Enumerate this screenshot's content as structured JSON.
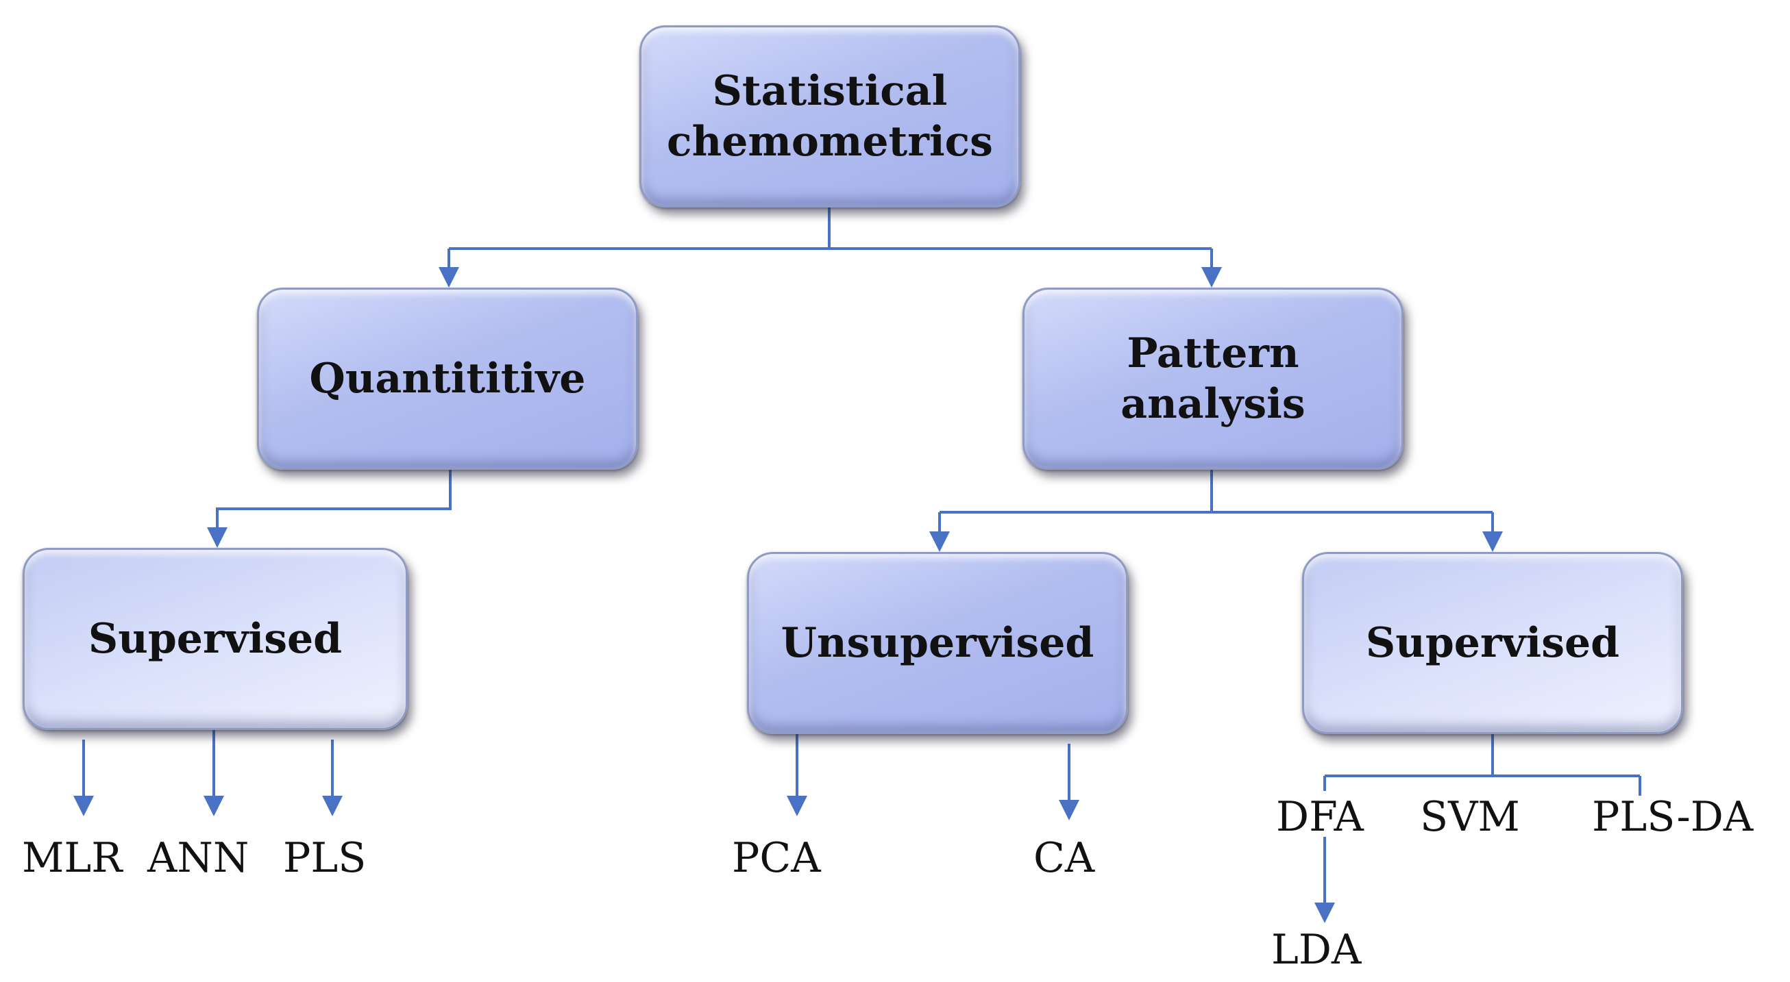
{
  "colors": {
    "connector": "#4a72c4",
    "box_dark": "#b2bdf0",
    "box_light": "#dce2fb"
  },
  "nodes": {
    "root": "Statistical\nchemometrics",
    "quantitative": "Quantititive",
    "pattern_analysis": "Pattern\nanalysis",
    "supervised_quant": "Supervised",
    "unsupervised": "Unsupervised",
    "supervised_pattern": "Supervised"
  },
  "leaves": {
    "mlr": "MLR",
    "ann": "ANN",
    "pls": "PLS",
    "pca": "PCA",
    "ca": "CA",
    "dfa": "DFA",
    "svm": "SVM",
    "pls_da": "PLS-DA",
    "lda": "LDA"
  }
}
